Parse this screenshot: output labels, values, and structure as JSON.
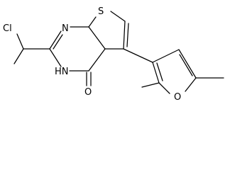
{
  "molecule": {
    "atoms": {
      "cl": "Cl",
      "n_ring": "N",
      "s": "S",
      "nh": "HN",
      "o_carbonyl": "O",
      "o_furan": "O"
    }
  },
  "colors": {
    "bond": "#000000",
    "label": "#000000",
    "background": "#ffffff"
  }
}
